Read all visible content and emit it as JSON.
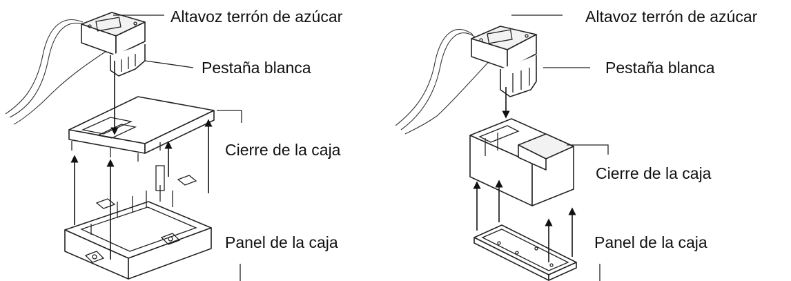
{
  "left": {
    "speaker_label": "Altavoz terrón de azúcar",
    "tab_label": "Pestaña blanca",
    "cover_label": "Cierre de la caja",
    "panel_label": "Panel de la caja"
  },
  "right": {
    "speaker_label": "Altavoz terrón de azúcar",
    "tab_label": "Pestaña blanca",
    "cover_label": "Cierre de la caja",
    "panel_label": "Panel de la caja"
  }
}
